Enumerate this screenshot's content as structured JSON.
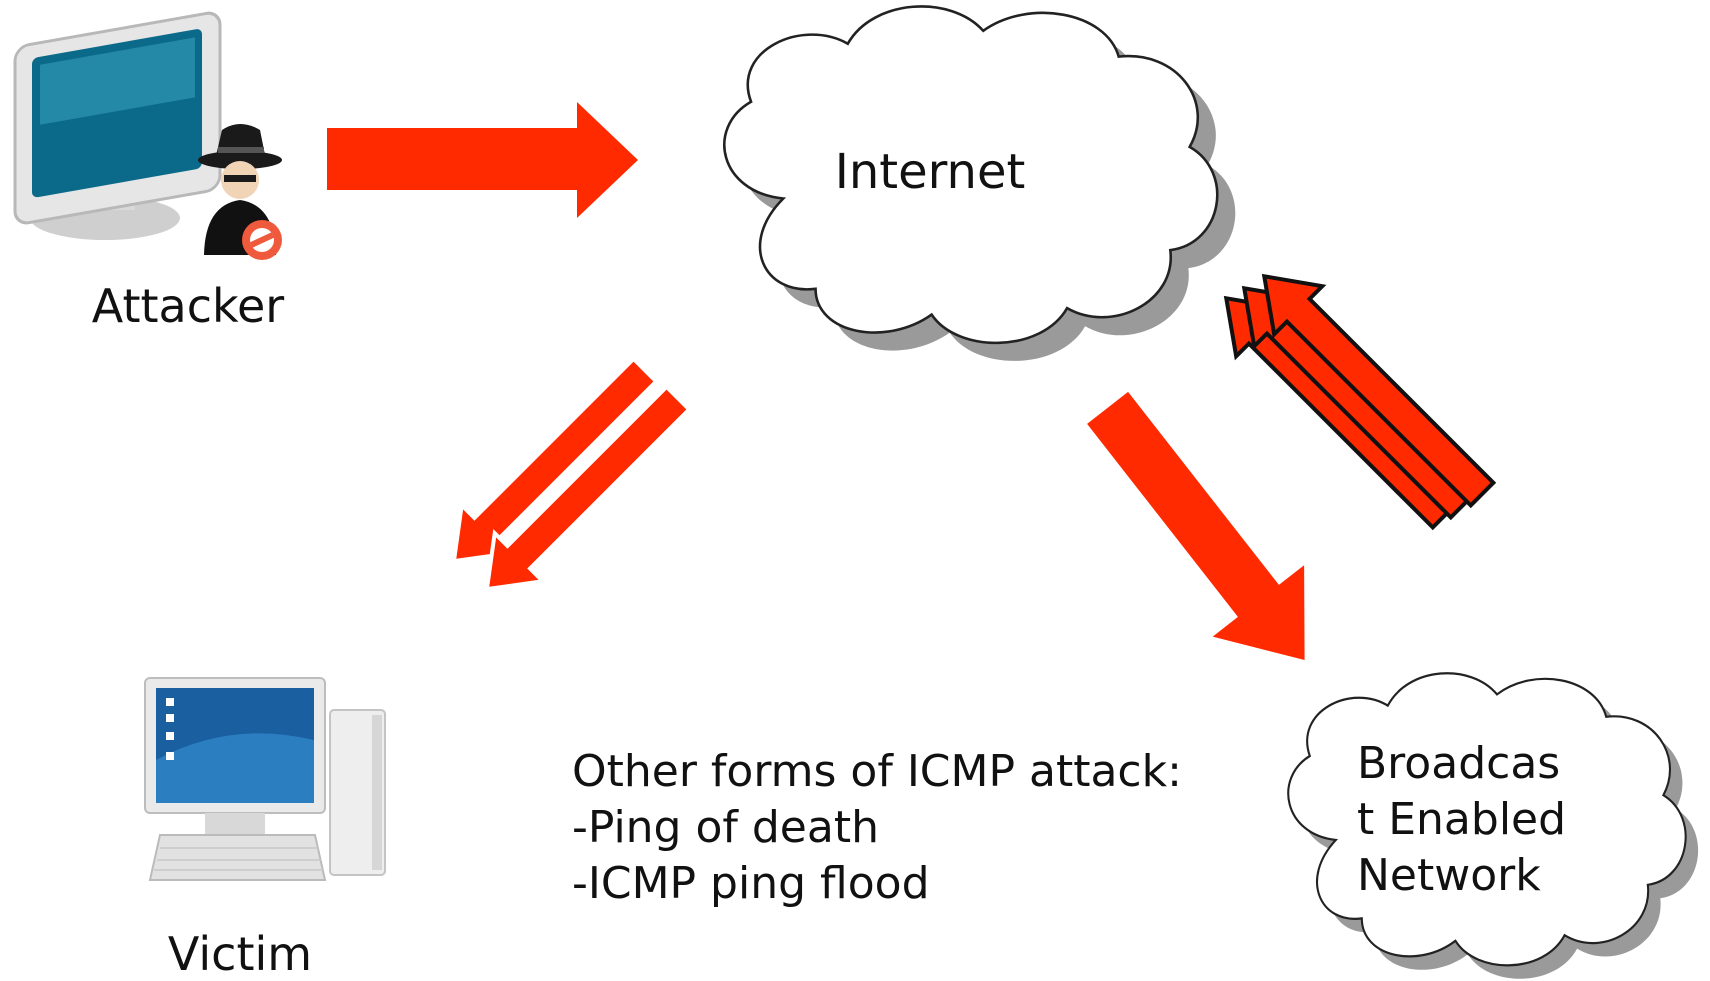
{
  "nodes": {
    "attacker": {
      "label": "Attacker",
      "icon": "attacker-computer-icon"
    },
    "internet": {
      "label": "Internet",
      "icon": "cloud-icon"
    },
    "victim": {
      "label": "Victim",
      "icon": "desktop-computer-icon"
    },
    "broadcast": {
      "label_lines": [
        "Broadcas",
        "t Enabled",
        "Network"
      ],
      "icon": "cloud-icon"
    }
  },
  "notes": {
    "lines": [
      "Other forms of ICMP attack:",
      "-Ping of death",
      "-ICMP ping flood"
    ]
  },
  "colors": {
    "arrow": "#ff2a00",
    "cloud_fill": "#ffffff",
    "cloud_stroke": "#222222",
    "shadow": "#9a9a9a"
  }
}
